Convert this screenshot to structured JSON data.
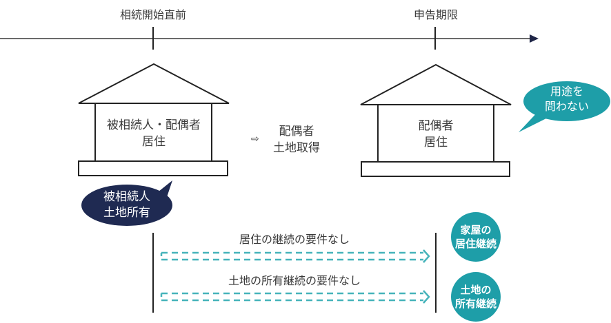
{
  "timeline": {
    "start_label": "相続開始直前",
    "end_label": "申告期限",
    "axis_color": "#2b2f4a",
    "arrow_color": "#1f2547"
  },
  "house_before": {
    "line1": "被相続人・配偶者",
    "line2": "居住"
  },
  "transition": {
    "arrow_icon": "⇨",
    "line1": "配偶者",
    "line2": "土地取得"
  },
  "house_after": {
    "line1": "配偶者",
    "line2": "居住"
  },
  "bubble_owner": {
    "line1": "被相続人",
    "line2": "土地所有",
    "color": "#1f2a52"
  },
  "bubble_usage": {
    "line1": "用途を",
    "line2": "問わない",
    "color": "#1e9ea8"
  },
  "requirements": [
    {
      "label": "居住の継続の要件なし",
      "badge_line1": "家屋の",
      "badge_line2": "居住継続"
    },
    {
      "label": "土地の所有継続の要件なし",
      "badge_line1": "土地の",
      "badge_line2": "所有継続"
    }
  ],
  "colors": {
    "teal": "#1e9ea8",
    "navy": "#1f2a52",
    "dash": "#45b3ba",
    "line": "#222222"
  }
}
